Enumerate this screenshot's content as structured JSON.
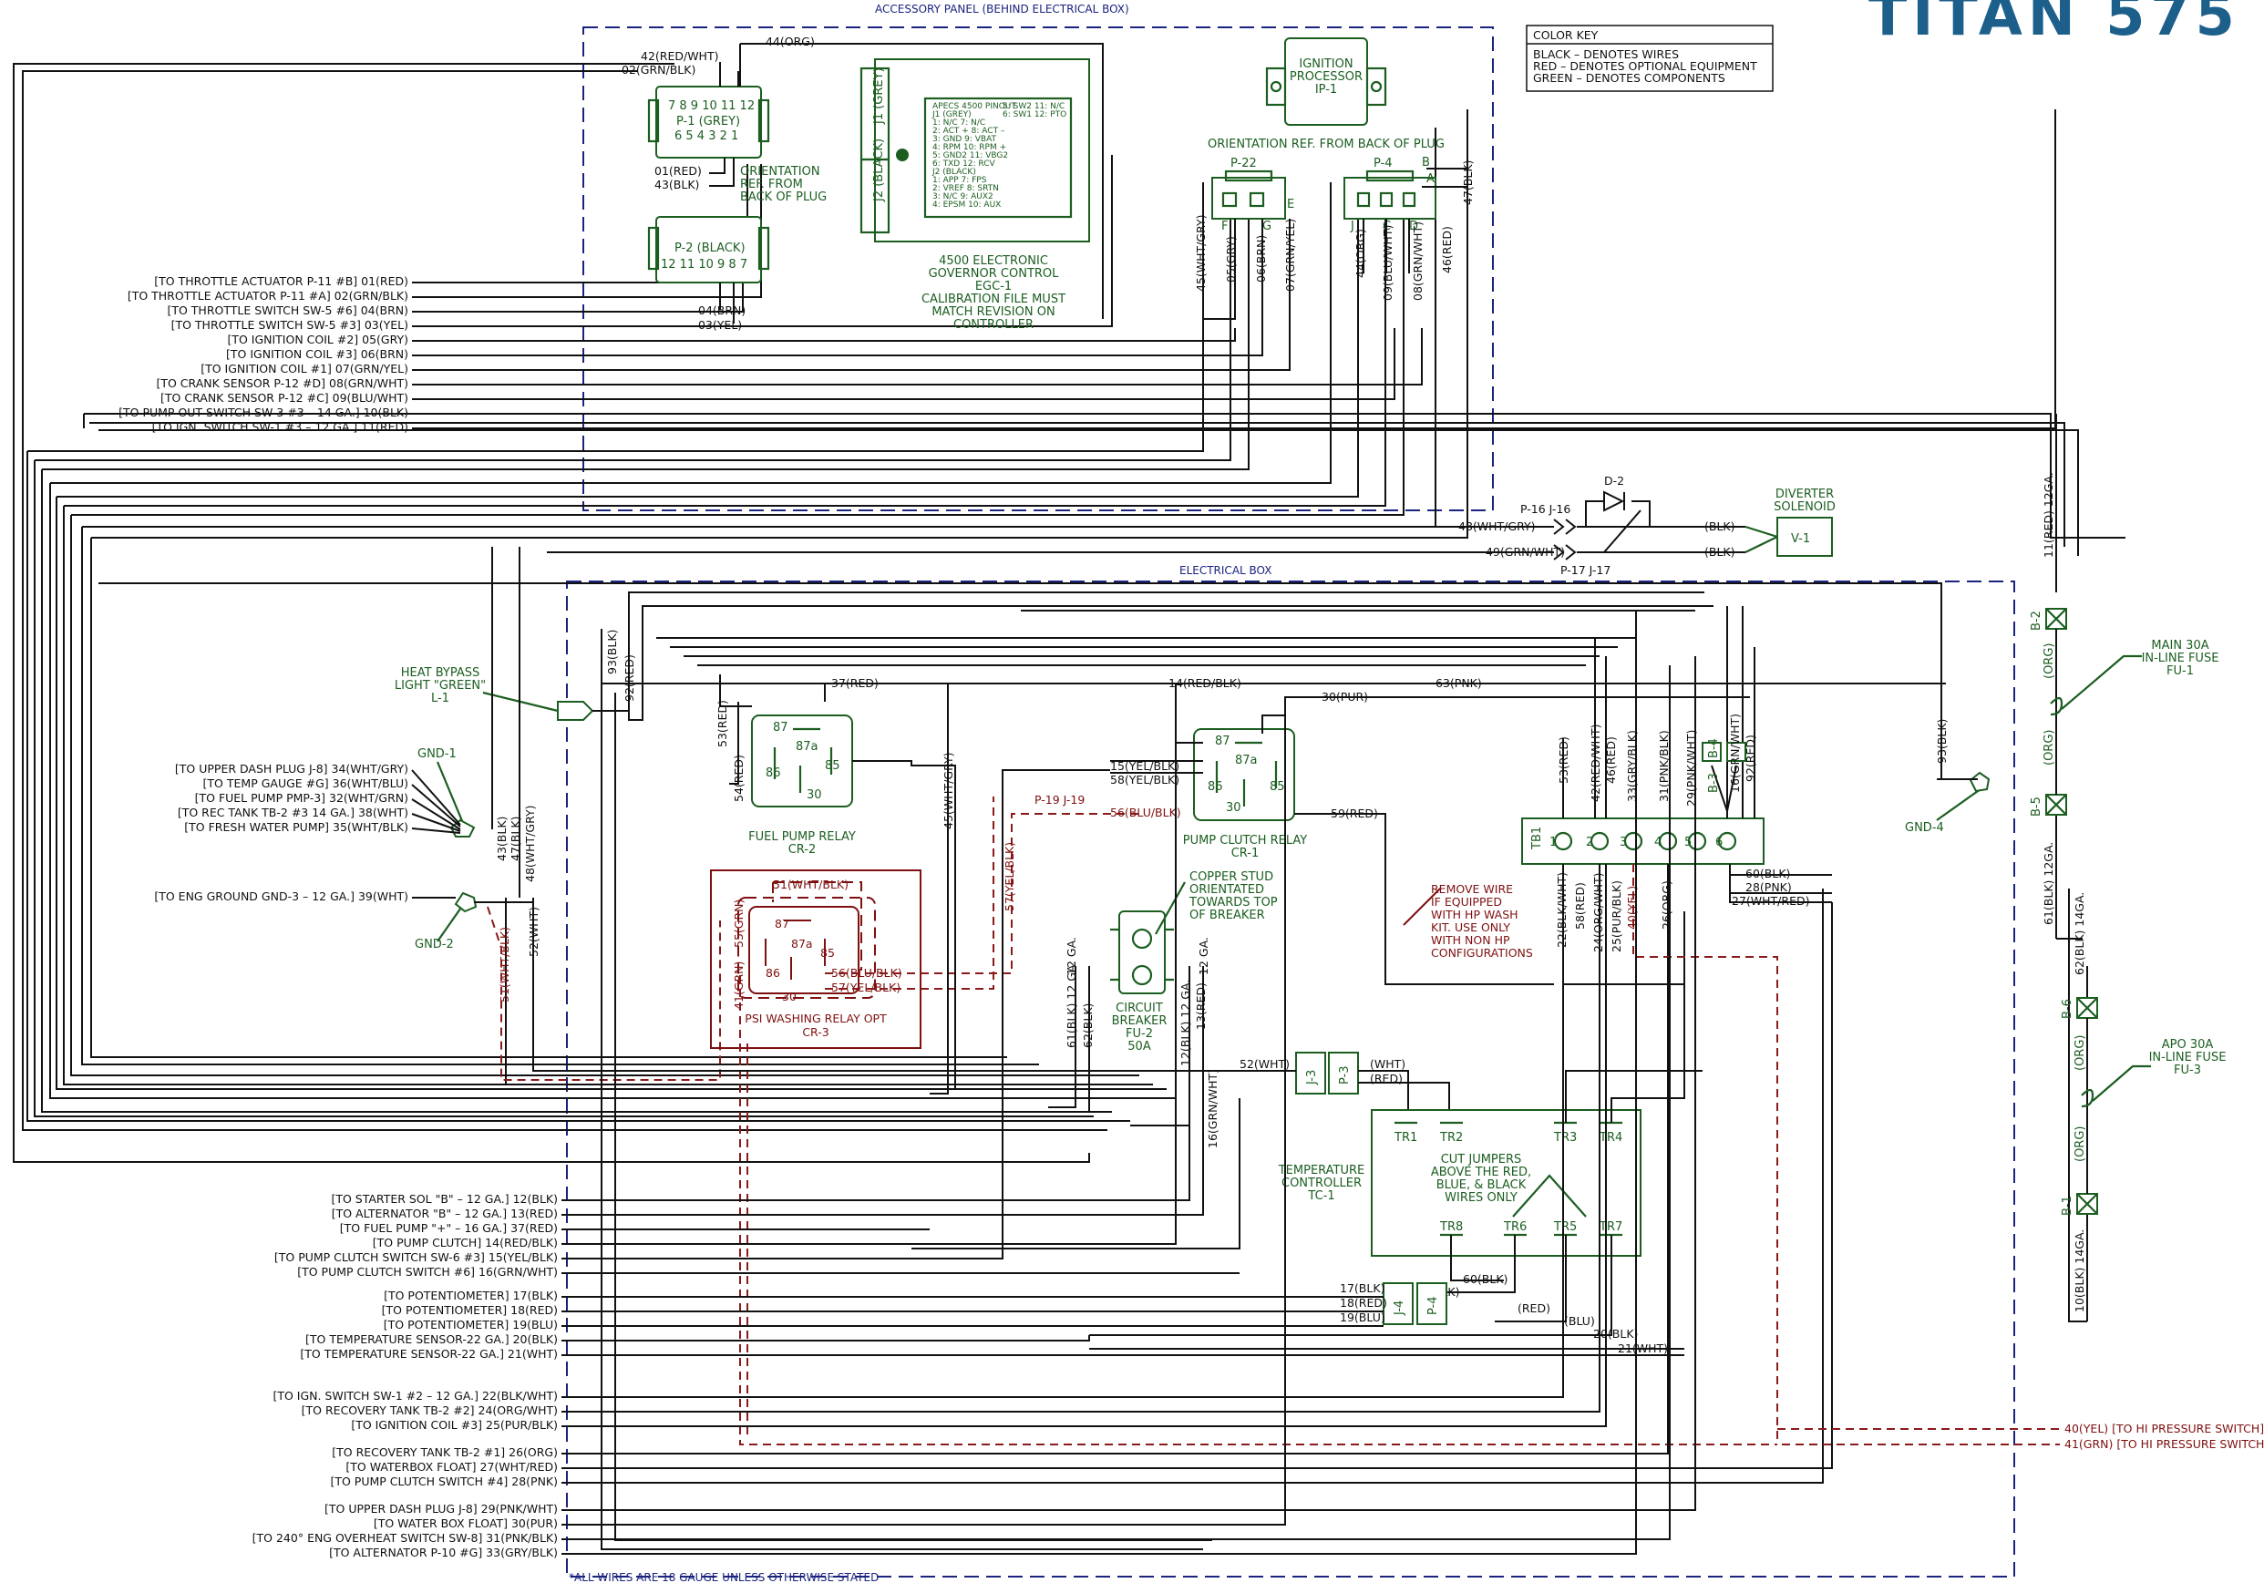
{
  "brand": "TITAN 575",
  "panels": {
    "accessory": "ACCESSORY PANEL (BEHIND ELECTRICAL BOX)",
    "electrical": "ELECTRICAL BOX",
    "footnote": "*ALL WIRES ARE 18 GAUGE UNLESS OTHERWISE STATED"
  },
  "color_key": {
    "title": "COLOR KEY",
    "lines": [
      "BLACK – DENOTES WIRES",
      "RED – DENOTES OPTIONAL EQUIPMENT",
      "GREEN – DENOTES COMPONENTS"
    ]
  },
  "left_labels_top": [
    "[TO THROTTLE ACTUATOR P-11 #B] 01(RED)",
    "[TO THROTTLE ACTUATOR P-11 #A] 02(GRN/BLK)",
    "[TO THROTTLE SWITCH SW-5 #6] 04(BRN)",
    "[TO THROTTLE SWITCH SW-5 #3] 03(YEL)",
    "[TO IGNITION COIL #2] 05(GRY)",
    "[TO IGNITION COIL #3] 06(BRN)",
    "[TO IGNITION COIL #1] 07(GRN/YEL)",
    "[TO CRANK SENSOR P-12 #D] 08(GRN/WHT)",
    "[TO CRANK SENSOR P-12 #C] 09(BLU/WHT)",
    "[TO PUMP OUT SWITCH SW-3 #3 – 14 GA.] 10(BLK)",
    "[TO IGN. SWITCH SW-1 #3 – 12 GA.] 11(RED)"
  ],
  "left_labels_mid": [
    "[TO UPPER DASH PLUG J-8] 34(WHT/GRY)",
    "[TO TEMP GAUGE #G] 36(WHT/BLU)",
    "[TO FUEL PUMP PMP-3] 32(WHT/GRN)",
    "[TO REC TANK TB-2 #3 14 GA.] 38(WHT)",
    "[TO FRESH WATER PUMP] 35(WHT/BLK)"
  ],
  "eng_ground": "[TO ENG GROUND GND-3 – 12 GA.] 39(WHT)",
  "left_labels_bottom": [
    "[TO  STARTER SOL \"B\" – 12 GA.] 12(BLK)",
    "[TO ALTERNATOR  \"B\" – 12 GA.] 13(RED)",
    "[TO FUEL PUMP \"+\" – 16 GA.] 37(RED)",
    "[TO  PUMP CLUTCH] 14(RED/BLK)",
    "[TO PUMP CLUTCH SWITCH SW-6 #3] 15(YEL/BLK)",
    "[TO PUMP CLUTCH SWITCH #6] 16(GRN/WHT)",
    "[TO POTENTIOMETER] 17(BLK)",
    "[TO POTENTIOMETER] 18(RED)",
    "[TO POTENTIOMETER] 19(BLU)",
    "[TO TEMPERATURE SENSOR-22 GA.] 20(BLK)",
    "[TO TEMPERATURE SENSOR-22 GA.] 21(WHT)",
    "[TO IGN. SWITCH SW-1 #2 – 12 GA.] 22(BLK/WHT)",
    "[TO RECOVERY TANK TB-2 #2] 24(ORG/WHT)",
    "[TO IGNITION COIL #3] 25(PUR/BLK)",
    "[TO RECOVERY TANK TB-2 #1] 26(ORG)",
    "[TO WATERBOX FLOAT] 27(WHT/RED)",
    "[TO PUMP CLUTCH SWITCH #4] 28(PNK)",
    "[TO UPPER DASH PLUG J-8] 29(PNK/WHT)",
    "[TO WATER BOX FLOAT] 30(PUR)",
    "[TO 240° ENG OVERHEAT SWITCH SW-8] 31(PNK/BLK)",
    "[TO ALTERNATOR P-10 #G] 33(GRY/BLK)"
  ],
  "right_labels": [
    "40(YEL) [TO HI PRESSURE SWITCH]",
    "41(GRN) [TO HI PRESSURE SWITCH]"
  ],
  "egc": {
    "p1_label": "P-1 (GREY)",
    "p1_top": "7 8 9 10 11 12",
    "p1_bottom": "6 5 4 3 2 1",
    "p2_label": "P-2 (BLACK)",
    "p2_nums": "12 11 10 9 8 7",
    "orientation": [
      "ORIENTATION",
      "REF. FROM",
      "BACK OF PLUG"
    ],
    "title": [
      "4500 ELECTRONIC",
      "GOVERNOR CONTROL",
      "EGC-1",
      "CALIBRATION FILE MUST",
      "MATCH REVISION ON",
      "CONTROLLER"
    ],
    "pinout": [
      "APECS 4500 PINOUT",
      "J1 (GREY)",
      "1: N/C     7: N/C",
      "2: ACT +   8: ACT –",
      "3: GND     9: VBAT",
      "4: RPM    10: RPM +",
      "5: GND2   11: VBG2",
      "6: TXD    12: RCV",
      "J2 (BLACK)",
      "1: APP     7: FPS",
      "2: VREF    8: SRTN",
      "3: N/C     9: AUX2",
      "4: EPSM   10: AUX",
      "5: SW2    11: N/C",
      "6: SW1    12: PTO"
    ],
    "j1": "J1 (GREY)",
    "j2": "J2 (BLACK)"
  },
  "ignition": {
    "lines": [
      "IGNITION",
      "PROCESSOR",
      "IP-1"
    ],
    "orientation": "ORIENTATION REF. FROM BACK OF PLUG"
  },
  "plugs": {
    "p22": "P-22",
    "p4": "P-4",
    "pinF": "F",
    "pinG": "G",
    "pinE": "E",
    "pinA": "A",
    "pinB": "B",
    "pinC": "C",
    "pinD": "D",
    "pinJ": "J"
  },
  "top_wires": {
    "w42": "42(RED/WHT)",
    "w02": "02(GRN/BLK)",
    "w44": "44(ORG)",
    "w01": "01(RED)",
    "w43": "43(BLK)",
    "w04": "04(BRN)",
    "w03": "03(YEL)",
    "v45": "45(WHT/GRY)",
    "v05": "05(GRY)",
    "v06": "06(BRN)",
    "v07": "07(GRN/YEL)",
    "v44": "44(ORG)",
    "v09": "09(BLU/WHT)",
    "v08": "08(GRN/WHT)",
    "v46": "46(RED)",
    "v47": "47(BLK)"
  },
  "diverter": {
    "label": [
      "DIVERTER",
      "SOLENOID"
    ],
    "v1": "V-1",
    "d2": "D-2",
    "p16": "P-16 J-16",
    "p17": "P-17 J-17",
    "w48": "48(WHT/GRY)",
    "w49": "49(GRN/WHT)",
    "blk": "(BLK)"
  },
  "fuses": {
    "main": [
      "MAIN 30A",
      "IN-LINE FUSE",
      "FU-1"
    ],
    "apo": [
      "APO 30A",
      "IN-LINE FUSE",
      "FU-3"
    ],
    "b2": "B-2",
    "b5": "B-5",
    "b6": "B-6",
    "b1": "B-1",
    "w11": "11(RED) 12GA.",
    "w61": "61(BLK) 12GA.",
    "w62": "62(BLK) 14GA.",
    "w10": "10(BLK) 14GA.",
    "org": "(ORG)"
  },
  "heat_bypass": [
    "HEAT BYPASS",
    "LIGHT \"GREEN\"",
    "L-1"
  ],
  "grounds": {
    "gnd1": "GND-1",
    "gnd2": "GND-2",
    "gnd4": "GND-4"
  },
  "fuel_relay": {
    "title": [
      "FUEL PUMP RELAY",
      "CR-2"
    ],
    "p87": "87",
    "p87a": "87a",
    "p86": "86",
    "p85": "85",
    "p30": "30"
  },
  "clutch_relay": {
    "title": [
      "PUMP CLUTCH RELAY",
      "CR-1"
    ],
    "p87": "87",
    "p87a": "87a",
    "p86": "86",
    "p85": "85",
    "p30": "30"
  },
  "psi_relay": {
    "title": [
      "PSI WASHING RELAY OPT",
      "CR-3"
    ],
    "p87": "87",
    "p87a": "87a",
    "p86": "86",
    "p85": "85",
    "p30": "30",
    "w51": "51(WHT/BLK)",
    "w55": "55(GRN)",
    "w41": "41(GRN)",
    "w56": "56(BLU/BLK)",
    "w57": "57(YEL/BLK)"
  },
  "breaker": {
    "title": [
      "CIRCUIT",
      "BREAKER",
      "FU-2",
      "50A"
    ],
    "note": [
      "COPPER STUD",
      "ORIENTATED",
      "TOWARDS TOP",
      "OF BREAKER"
    ],
    "g12a": "12 GA.",
    "g12b": "12 GA."
  },
  "temp_ctrl": {
    "title": [
      "TEMPERATURE",
      "CONTROLLER",
      "TC-1"
    ],
    "note": [
      "CUT JUMPERS",
      "ABOVE THE RED,",
      "BLUE, & BLACK",
      "WIRES ONLY"
    ],
    "terms_top": [
      "TR1",
      "TR2",
      "TR3",
      "TR4"
    ],
    "terms_bot": [
      "TR8",
      "TR6",
      "TR5",
      "TR7"
    ]
  },
  "connectors": {
    "j3": "J-3",
    "p3": "P-3",
    "j4": "J-4",
    "p4b": "P-4",
    "p19": "P-19 J-19"
  },
  "tb1": {
    "label": "TB1",
    "terms": [
      "1",
      "2",
      "3",
      "4",
      "5",
      "6"
    ]
  },
  "remove_note": [
    "REMOVE WIRE",
    "IF EQUIPPED",
    "WITH HP WASH",
    "KIT. USE ONLY",
    "WITH NON HP",
    "CONFIGURATIONS"
  ],
  "box_wires": {
    "w37": "37(RED)",
    "w14": "14(RED/BLK)",
    "w63": "63(PNK)",
    "w30": "30(PUR)",
    "w15": "15(YEL/BLK)",
    "w58": "58(YEL/BLK)",
    "w56": "56(BLU/BLK)",
    "w59": "59(RED)",
    "w53": "53(RED)",
    "w54": "54(RED)",
    "w45": "45(WHT/GRY)",
    "w57v": "57(YEL/BLK)",
    "w93": "93(BLK)",
    "w92": "92(RED)",
    "w93b": "93(BLK)",
    "tb_53": "53(RED)",
    "tb_42": "42(RED/WHT)",
    "tb_46": "46(RED)",
    "tb_33": "33(GRY/BLK)",
    "tb_31": "31(PNK/BLK)",
    "tb_29": "29(PNK/WHT)",
    "tb_16": "16(GRN/WHT)",
    "tb_92": "92(RED)",
    "tb_22": "22(BLK/WHT)",
    "tb_58": "58(RED)",
    "tb_24": "24(ORG/WHT)",
    "tb_25": "25(PUR/BLK)",
    "tb_40": "40(YEL)",
    "tb_26": "26(ORG)",
    "tb_60": "60(BLK)",
    "tb_28": "28(PNK)",
    "tb_27": "27(WHT/RED)",
    "w52": "52(WHT)",
    "w52v": "52(WHT)",
    "wht": "(WHT)",
    "red": "(RED)",
    "blk": "(BLK)",
    "blu": "(BLU)",
    "w60": "60(BLK)",
    "w17": "17(BLK)",
    "w18": "18(RED)",
    "w19": "19(BLU)",
    "w20": "20(BLK)",
    "w21": "21(WHT)",
    "w16v": "16(GRN/WHT)",
    "w61": "61(BLK) 12 GA.",
    "w62": "62(BLK)",
    "w12": "12(BLK) 12 GA.",
    "w13": "13(RED)",
    "w43v": "43(BLK)",
    "w47v": "47(BLK)",
    "w48v": "48(WHT/GRY)",
    "w52b": "52(WHT)",
    "w51v": "51(WHT/BLK)",
    "b4": "B-4",
    "b3": "B-3"
  }
}
